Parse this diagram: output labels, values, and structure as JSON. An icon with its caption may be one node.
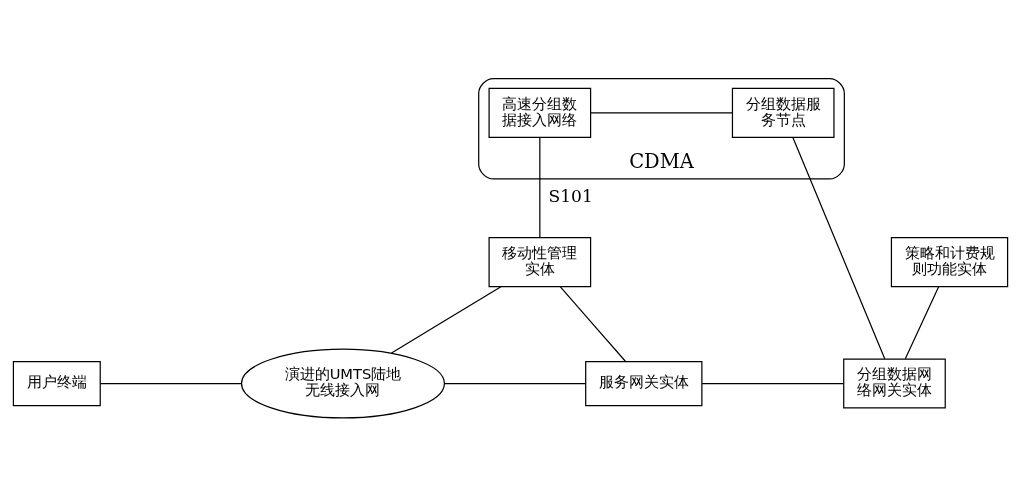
{
  "diagram": {
    "nodes": [
      {
        "text": [
          "CDMA"
        ]
      },
      {
        "text": [
          "高速分组数据接入网络"
        ],
        "in": 0
      },
      {
        "text": [
          "分组数据服务节点"
        ],
        "in": 0
      },
      {
        "text": [
          "策略和计费规则功能实体"
        ]
      },
      {
        "text": [
          "移动性管理实体"
        ]
      },
      {
        "text": [
          "用户终端"
        ]
      },
      {
        "text": [
          "演进的UMTS陆地无线接入网"
        ]
      },
      {
        "text": [
          "服务网关实体"
        ]
      },
      {
        "text": [
          "分组数据网络网关实体"
        ]
      }
    ],
    "edges": [
      {
        "from": 1,
        "to": 2,
        "arrow": "none"
      },
      {
        "from": 1,
        "to": 4,
        "arrow": "none",
        "label": "S101"
      },
      {
        "from": 2,
        "to": 8,
        "arrow": "none"
      },
      {
        "from": 3,
        "to": 8,
        "arrow": "none"
      },
      {
        "from": 4,
        "to": 6,
        "arrow": "none"
      },
      {
        "from": 4,
        "to": 7,
        "arrow": "none"
      },
      {
        "from": 5,
        "to": 6,
        "arrow": "none"
      },
      {
        "from": 6,
        "to": 7,
        "arrow": "none"
      },
      {
        "from": 7,
        "to": 8,
        "arrow": "none"
      }
    ]
  }
}
